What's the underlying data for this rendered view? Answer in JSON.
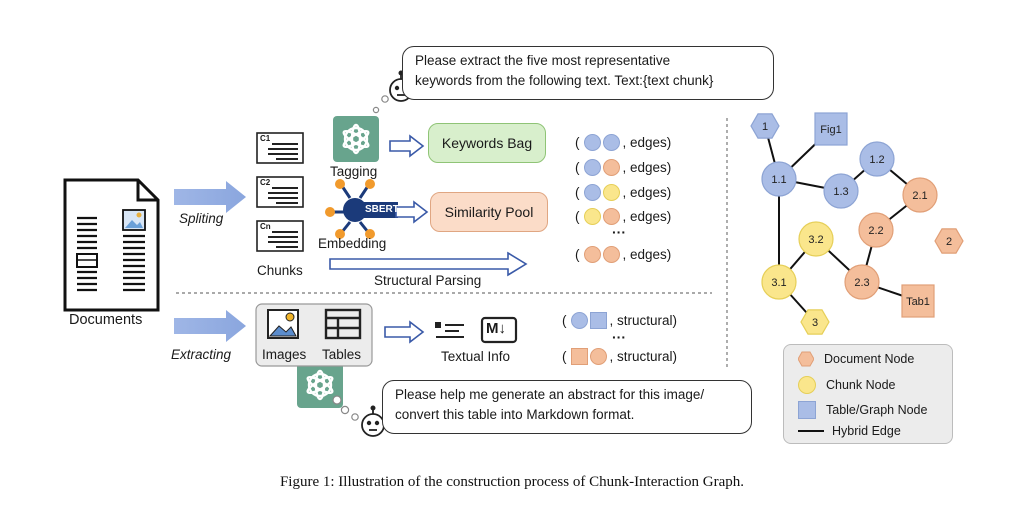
{
  "caption": "Figure 1: Illustration of the construction process of Chunk-Interaction Graph.",
  "left": {
    "documents_label": "Documents",
    "spliting_label": "Spliting",
    "extracting_label": "Extracting",
    "chunks_label": "Chunks",
    "chunk_ids": [
      "C1",
      "C2",
      "Cn"
    ],
    "tagging_label": "Tagging",
    "embedding_label": "Embedding",
    "sbert_label": "SBERT",
    "keywords_bag": "Keywords Bag",
    "similarity_pool": "Similarity Pool",
    "structural_parsing": "Structural Parsing",
    "images_label": "Images",
    "tables_label": "Tables",
    "textual_info": "Textual Info",
    "md_label": "M↓",
    "prompt_top": [
      "Please extract the five most representative",
      "keywords from the following text. Text:{text chunk}"
    ],
    "prompt_bottom": [
      "Please help me generate an abstract for this image/",
      "convert this table into Markdown format."
    ]
  },
  "tuples": {
    "edges": ", edges)",
    "structural": ", structural)",
    "open": "(",
    "ellipsis": "···",
    "rows": [
      [
        "blue",
        "blue"
      ],
      [
        "blue",
        "orange"
      ],
      [
        "blue",
        "yellow"
      ],
      [
        "yellow",
        "orange"
      ],
      [
        "orange",
        "orange"
      ]
    ],
    "structural_rows": [
      [
        "blue-circle",
        "blue-square"
      ],
      [
        "orange-square",
        "orange-circle"
      ]
    ]
  },
  "graph": {
    "nodes": [
      {
        "id": "1",
        "kind": "hexagon",
        "color": "#aabde6"
      },
      {
        "id": "Fig1",
        "kind": "square",
        "color": "#aabde6"
      },
      {
        "id": "1.1",
        "kind": "circle",
        "color": "#aabde6"
      },
      {
        "id": "1.2",
        "kind": "circle",
        "color": "#aabde6"
      },
      {
        "id": "1.3",
        "kind": "circle",
        "color": "#aabde6"
      },
      {
        "id": "2.1",
        "kind": "circle",
        "color": "#f4be9b"
      },
      {
        "id": "2",
        "kind": "hexagon",
        "color": "#f4be9b"
      },
      {
        "id": "2.2",
        "kind": "circle",
        "color": "#f4be9b"
      },
      {
        "id": "3.2",
        "kind": "circle",
        "color": "#fae68c"
      },
      {
        "id": "2.3",
        "kind": "circle",
        "color": "#f4be9b"
      },
      {
        "id": "3.1",
        "kind": "circle",
        "color": "#fae68c"
      },
      {
        "id": "3",
        "kind": "hexagon",
        "color": "#fae68c"
      },
      {
        "id": "Tab1",
        "kind": "square",
        "color": "#f4be9b"
      }
    ],
    "edges": [
      [
        "1",
        "1.1"
      ],
      [
        "1.1",
        "Fig1"
      ],
      [
        "1.1",
        "1.3"
      ],
      [
        "1.1",
        "3.1"
      ],
      [
        "1.3",
        "1.2"
      ],
      [
        "1.2",
        "2.1"
      ],
      [
        "2.1",
        "2.2"
      ],
      [
        "2.2",
        "2.3"
      ],
      [
        "3.2",
        "2.3"
      ],
      [
        "3.2",
        "3.1"
      ],
      [
        "3.1",
        "3"
      ],
      [
        "2.3",
        "Tab1"
      ]
    ]
  },
  "legend": {
    "document_node": "Document Node",
    "chunk_node": "Chunk Node",
    "table_graph_node": "Table/Graph Node",
    "hybrid_edge": "Hybrid Edge"
  }
}
